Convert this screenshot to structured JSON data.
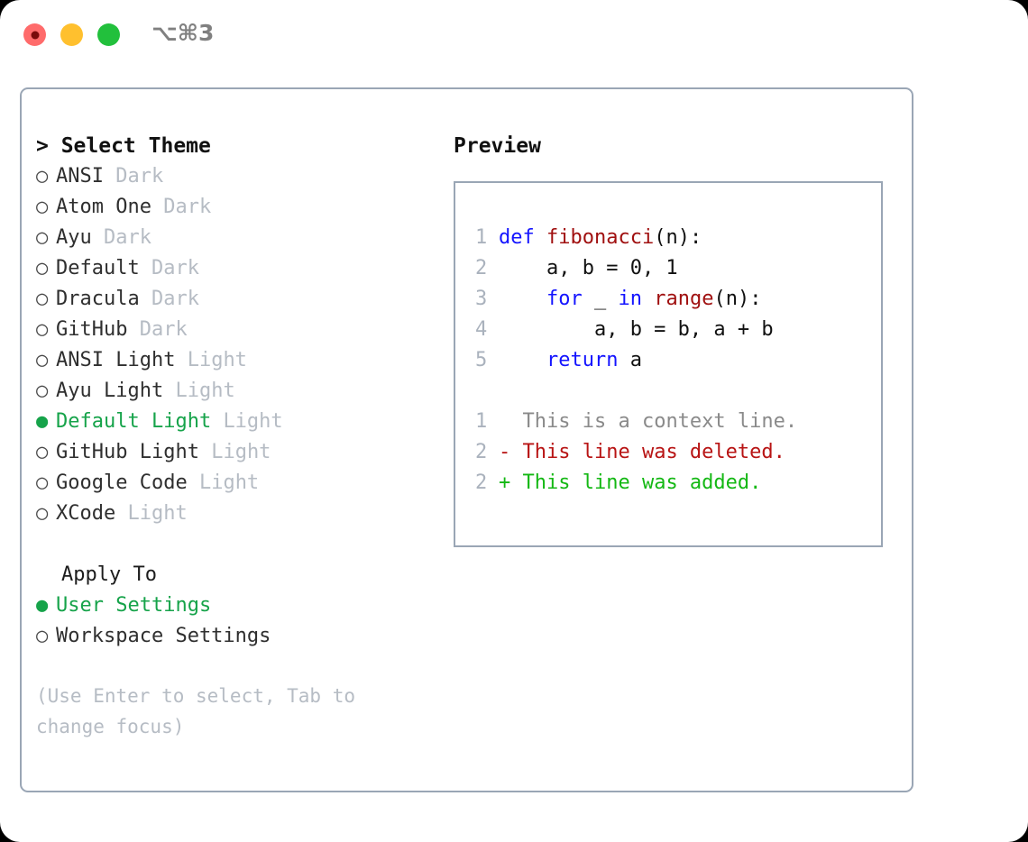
{
  "titlebar": {
    "shortcut": "⌥⌘3",
    "lights": [
      {
        "name": "close",
        "color": "#ff6b6b",
        "recording": true
      },
      {
        "name": "minimize",
        "color": "#ffc02e",
        "recording": false
      },
      {
        "name": "maximize",
        "color": "#22c03c",
        "recording": false
      }
    ]
  },
  "theme_list": {
    "header": "> Select Theme",
    "selected_index": 8,
    "items": [
      {
        "bullet": "○",
        "name": "ANSI",
        "variant": "Dark",
        "selected": false
      },
      {
        "bullet": "○",
        "name": "Atom One",
        "variant": "Dark",
        "selected": false
      },
      {
        "bullet": "○",
        "name": "Ayu",
        "variant": "Dark",
        "selected": false
      },
      {
        "bullet": "○",
        "name": "Default",
        "variant": "Dark",
        "selected": false
      },
      {
        "bullet": "○",
        "name": "Dracula",
        "variant": "Dark",
        "selected": false
      },
      {
        "bullet": "○",
        "name": "GitHub",
        "variant": "Dark",
        "selected": false
      },
      {
        "bullet": "○",
        "name": "ANSI Light",
        "variant": "Light",
        "selected": false
      },
      {
        "bullet": "○",
        "name": "Ayu Light",
        "variant": "Light",
        "selected": false
      },
      {
        "bullet": "●",
        "name": "Default Light",
        "variant": "Light",
        "selected": true
      },
      {
        "bullet": "○",
        "name": "GitHub Light",
        "variant": "Light",
        "selected": false
      },
      {
        "bullet": "○",
        "name": "Google Code",
        "variant": "Light",
        "selected": false
      },
      {
        "bullet": "○",
        "name": "XCode",
        "variant": "Light",
        "selected": false
      }
    ]
  },
  "apply_to": {
    "header": "Apply To",
    "items": [
      {
        "bullet": "●",
        "name": "User Settings",
        "selected": true
      },
      {
        "bullet": "○",
        "name": "Workspace Settings",
        "selected": false
      }
    ]
  },
  "hint": "(Use Enter to select, Tab to change focus)",
  "preview": {
    "header": "Preview",
    "code_lines": [
      {
        "number": "1",
        "tokens": [
          {
            "text": "def ",
            "kind": "keyword"
          },
          {
            "text": "fibonacci",
            "kind": "function"
          },
          {
            "text": "(n):",
            "kind": "plain"
          }
        ]
      },
      {
        "number": "2",
        "tokens": [
          {
            "text": "    a, b = 0, 1",
            "kind": "plain"
          }
        ]
      },
      {
        "number": "3",
        "tokens": [
          {
            "text": "    ",
            "kind": "plain"
          },
          {
            "text": "for",
            "kind": "keyword"
          },
          {
            "text": " _ ",
            "kind": "plain"
          },
          {
            "text": "in",
            "kind": "keyword"
          },
          {
            "text": " ",
            "kind": "plain"
          },
          {
            "text": "range",
            "kind": "function"
          },
          {
            "text": "(n):",
            "kind": "plain"
          }
        ]
      },
      {
        "number": "4",
        "tokens": [
          {
            "text": "        a, b = b, a + b",
            "kind": "plain"
          }
        ]
      },
      {
        "number": "5",
        "tokens": [
          {
            "text": "    ",
            "kind": "plain"
          },
          {
            "text": "return",
            "kind": "keyword"
          },
          {
            "text": " a",
            "kind": "plain"
          }
        ]
      }
    ],
    "diff_lines": [
      {
        "number": "1",
        "marker": " ",
        "text": "This is a context line.",
        "kind": "context"
      },
      {
        "number": "2",
        "marker": "-",
        "text": "This line was deleted.",
        "kind": "deleted"
      },
      {
        "number": "2",
        "marker": "+",
        "text": "This line was added.",
        "kind": "added"
      }
    ]
  },
  "colors": {
    "border": "#9aa6b5",
    "selected_green": "#16a34a",
    "muted": "#b6bcc4",
    "keyword_blue": "#1414ff",
    "function_red": "#a01010",
    "diff_deleted": "#b81414",
    "diff_added": "#14b814",
    "line_number": "#aab2bd"
  }
}
